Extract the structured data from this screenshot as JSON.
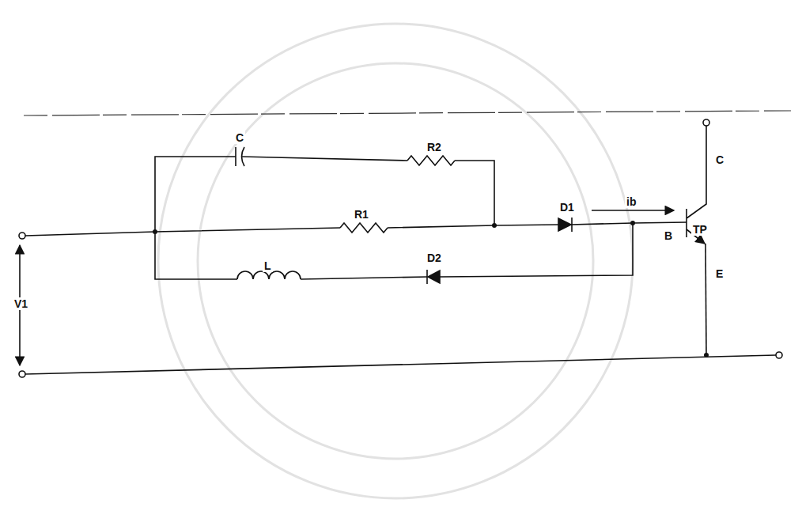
{
  "diagram": {
    "labels": [
      "C",
      "R2",
      "R1",
      "D1",
      "ib",
      "B",
      "TP",
      "C",
      "E",
      "D2",
      "L",
      "V1"
    ]
  }
}
